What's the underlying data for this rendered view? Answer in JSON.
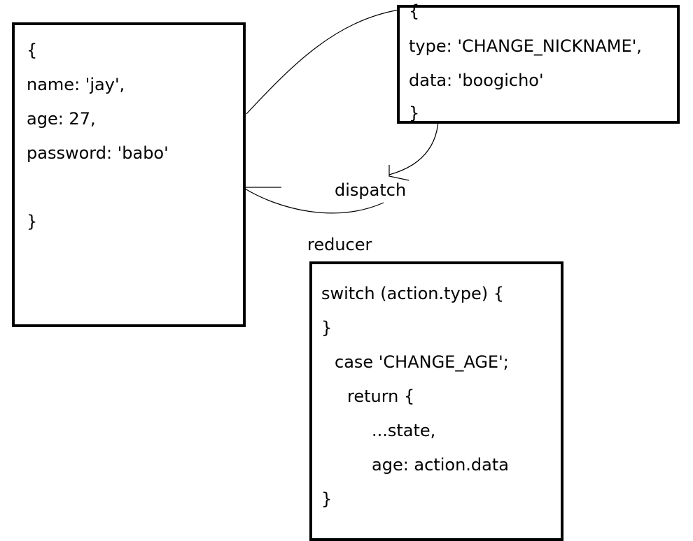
{
  "state_box": {
    "lines": [
      "{",
      "name: 'jay',",
      "age: 27,",
      "password: 'babo'",
      "}"
    ]
  },
  "action_box": {
    "lines": [
      "{",
      "type: 'CHANGE_NICKNAME',",
      "data: 'boogicho'",
      "}"
    ]
  },
  "reducer_box": {
    "lines": [
      "switch (action.type) {",
      "}",
      "case 'CHANGE_AGE';",
      "return {",
      "...state,",
      "age: action.data",
      "}"
    ]
  },
  "labels": {
    "dispatch": "dispatch",
    "reducer": "reducer"
  }
}
